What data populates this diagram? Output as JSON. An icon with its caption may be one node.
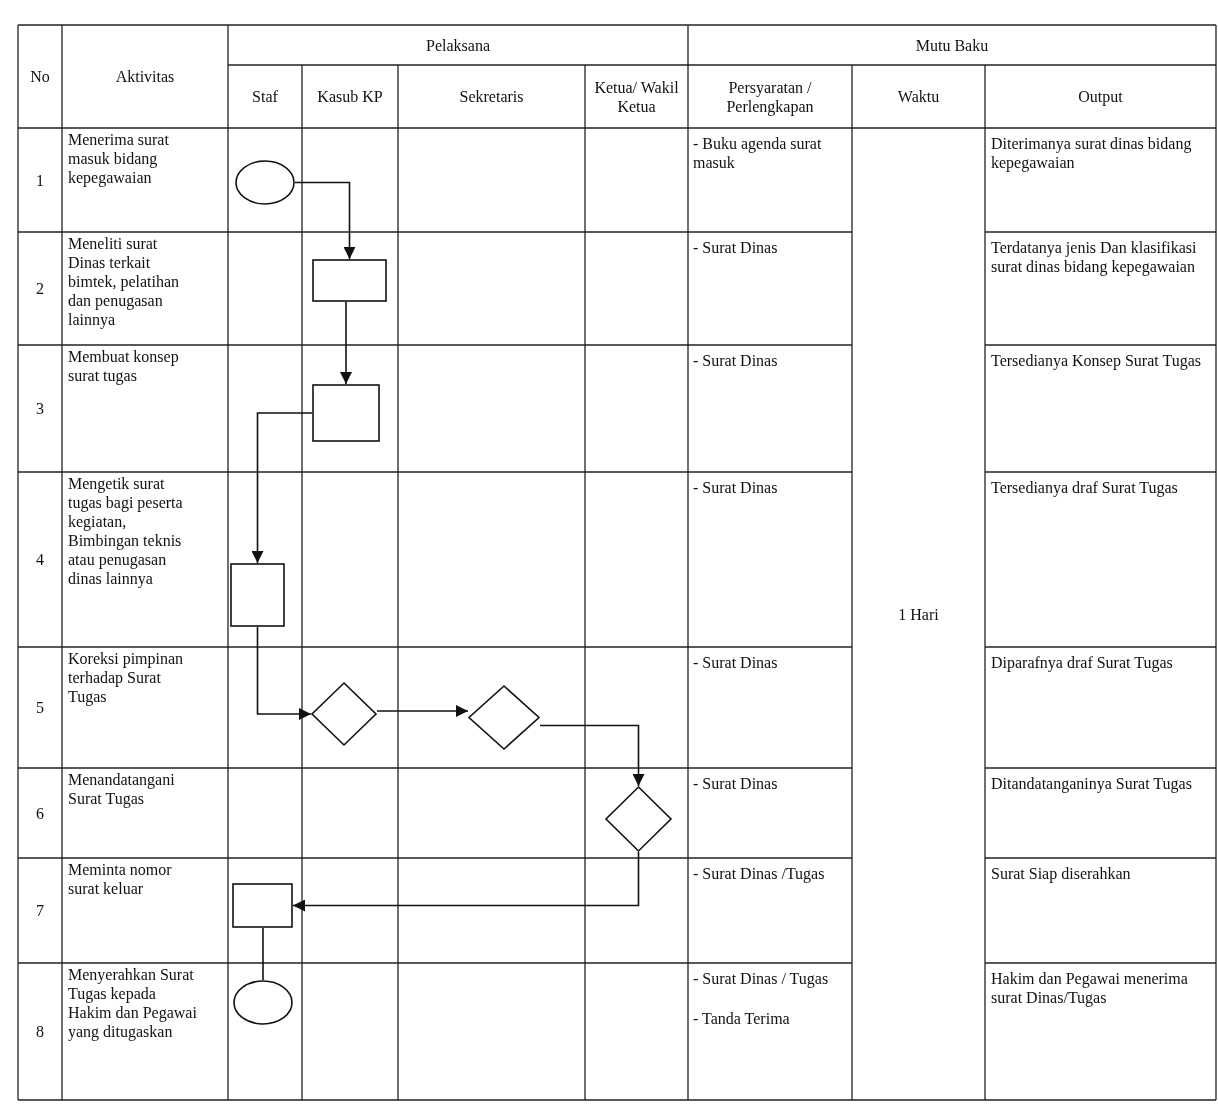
{
  "diagram": {
    "nodes": [
      {
        "text": [],
        "shape": "ellipse"
      },
      {
        "text": [],
        "shape": "box"
      },
      {
        "text": [],
        "shape": "box"
      },
      {
        "text": [],
        "shape": "box"
      },
      {
        "text": [],
        "shape": "diamond"
      },
      {
        "text": [],
        "shape": "diamond"
      },
      {
        "text": [],
        "shape": "diamond"
      },
      {
        "text": [],
        "shape": "box"
      },
      {
        "text": [],
        "shape": "ellipse"
      }
    ],
    "edges": [
      {
        "from": 0,
        "to": 1,
        "arrow": "to"
      },
      {
        "from": 1,
        "to": 2,
        "arrow": "to"
      },
      {
        "from": 2,
        "to": 3,
        "arrow": "to"
      },
      {
        "from": 3,
        "to": 4,
        "arrow": "to"
      },
      {
        "from": 4,
        "to": 5,
        "arrow": "to"
      },
      {
        "from": 5,
        "to": 6,
        "arrow": "to"
      },
      {
        "from": 6,
        "to": 7,
        "arrow": "to"
      },
      {
        "from": 7,
        "to": 8,
        "arrow": "none"
      }
    ],
    "labels": [
      "No",
      "Aktivitas",
      "Pelaksana",
      "Mutu Baku",
      "Staf",
      "Kasub KP",
      "Sekretaris",
      "Ketua/ Wakil Ketua",
      "Persyaratan / Perlengkapan",
      "Waktu",
      "Output",
      "1",
      "Menerima surat masuk bidang kepegawaian",
      "- Buku agenda surat masuk",
      "1 Hari",
      "Diterimanya surat dinas bidang kepegawaian",
      "2",
      "Meneliti surat Dinas terkait bimtek, pelatihan dan penugasan lainnya",
      "- Surat Dinas",
      "Terdatanya jenis Dan klasifikasi surat dinas bidang kepegawaian",
      "3",
      "Membuat konsep surat tugas",
      "- Surat Dinas",
      "Tersedianya Konsep Surat Tugas",
      "4",
      "Mengetik surat tugas bagi peserta kegiatan, Bimbingan teknis atau penugasan dinas lainnya",
      "- Surat Dinas",
      "Tersedianya draf Surat Tugas",
      "5",
      "Koreksi pimpinan terhadap Surat Tugas",
      "- Surat Dinas",
      "Diparafnya draf Surat Tugas",
      "6",
      "Menandatangani Surat Tugas",
      "- Surat Dinas",
      "Ditandatanganinya Surat Tugas",
      "7",
      "Meminta nomor surat keluar",
      "- Surat Dinas /Tugas",
      "Surat Siap diserahkan",
      "8",
      "Menyerahkan Surat Tugas kepada Hakim dan Pegawai yang ditugaskan",
      "- Surat Dinas / Tugas",
      "- Tanda Terima",
      "Hakim dan Pegawai menerima surat Dinas/Tugas"
    ]
  }
}
